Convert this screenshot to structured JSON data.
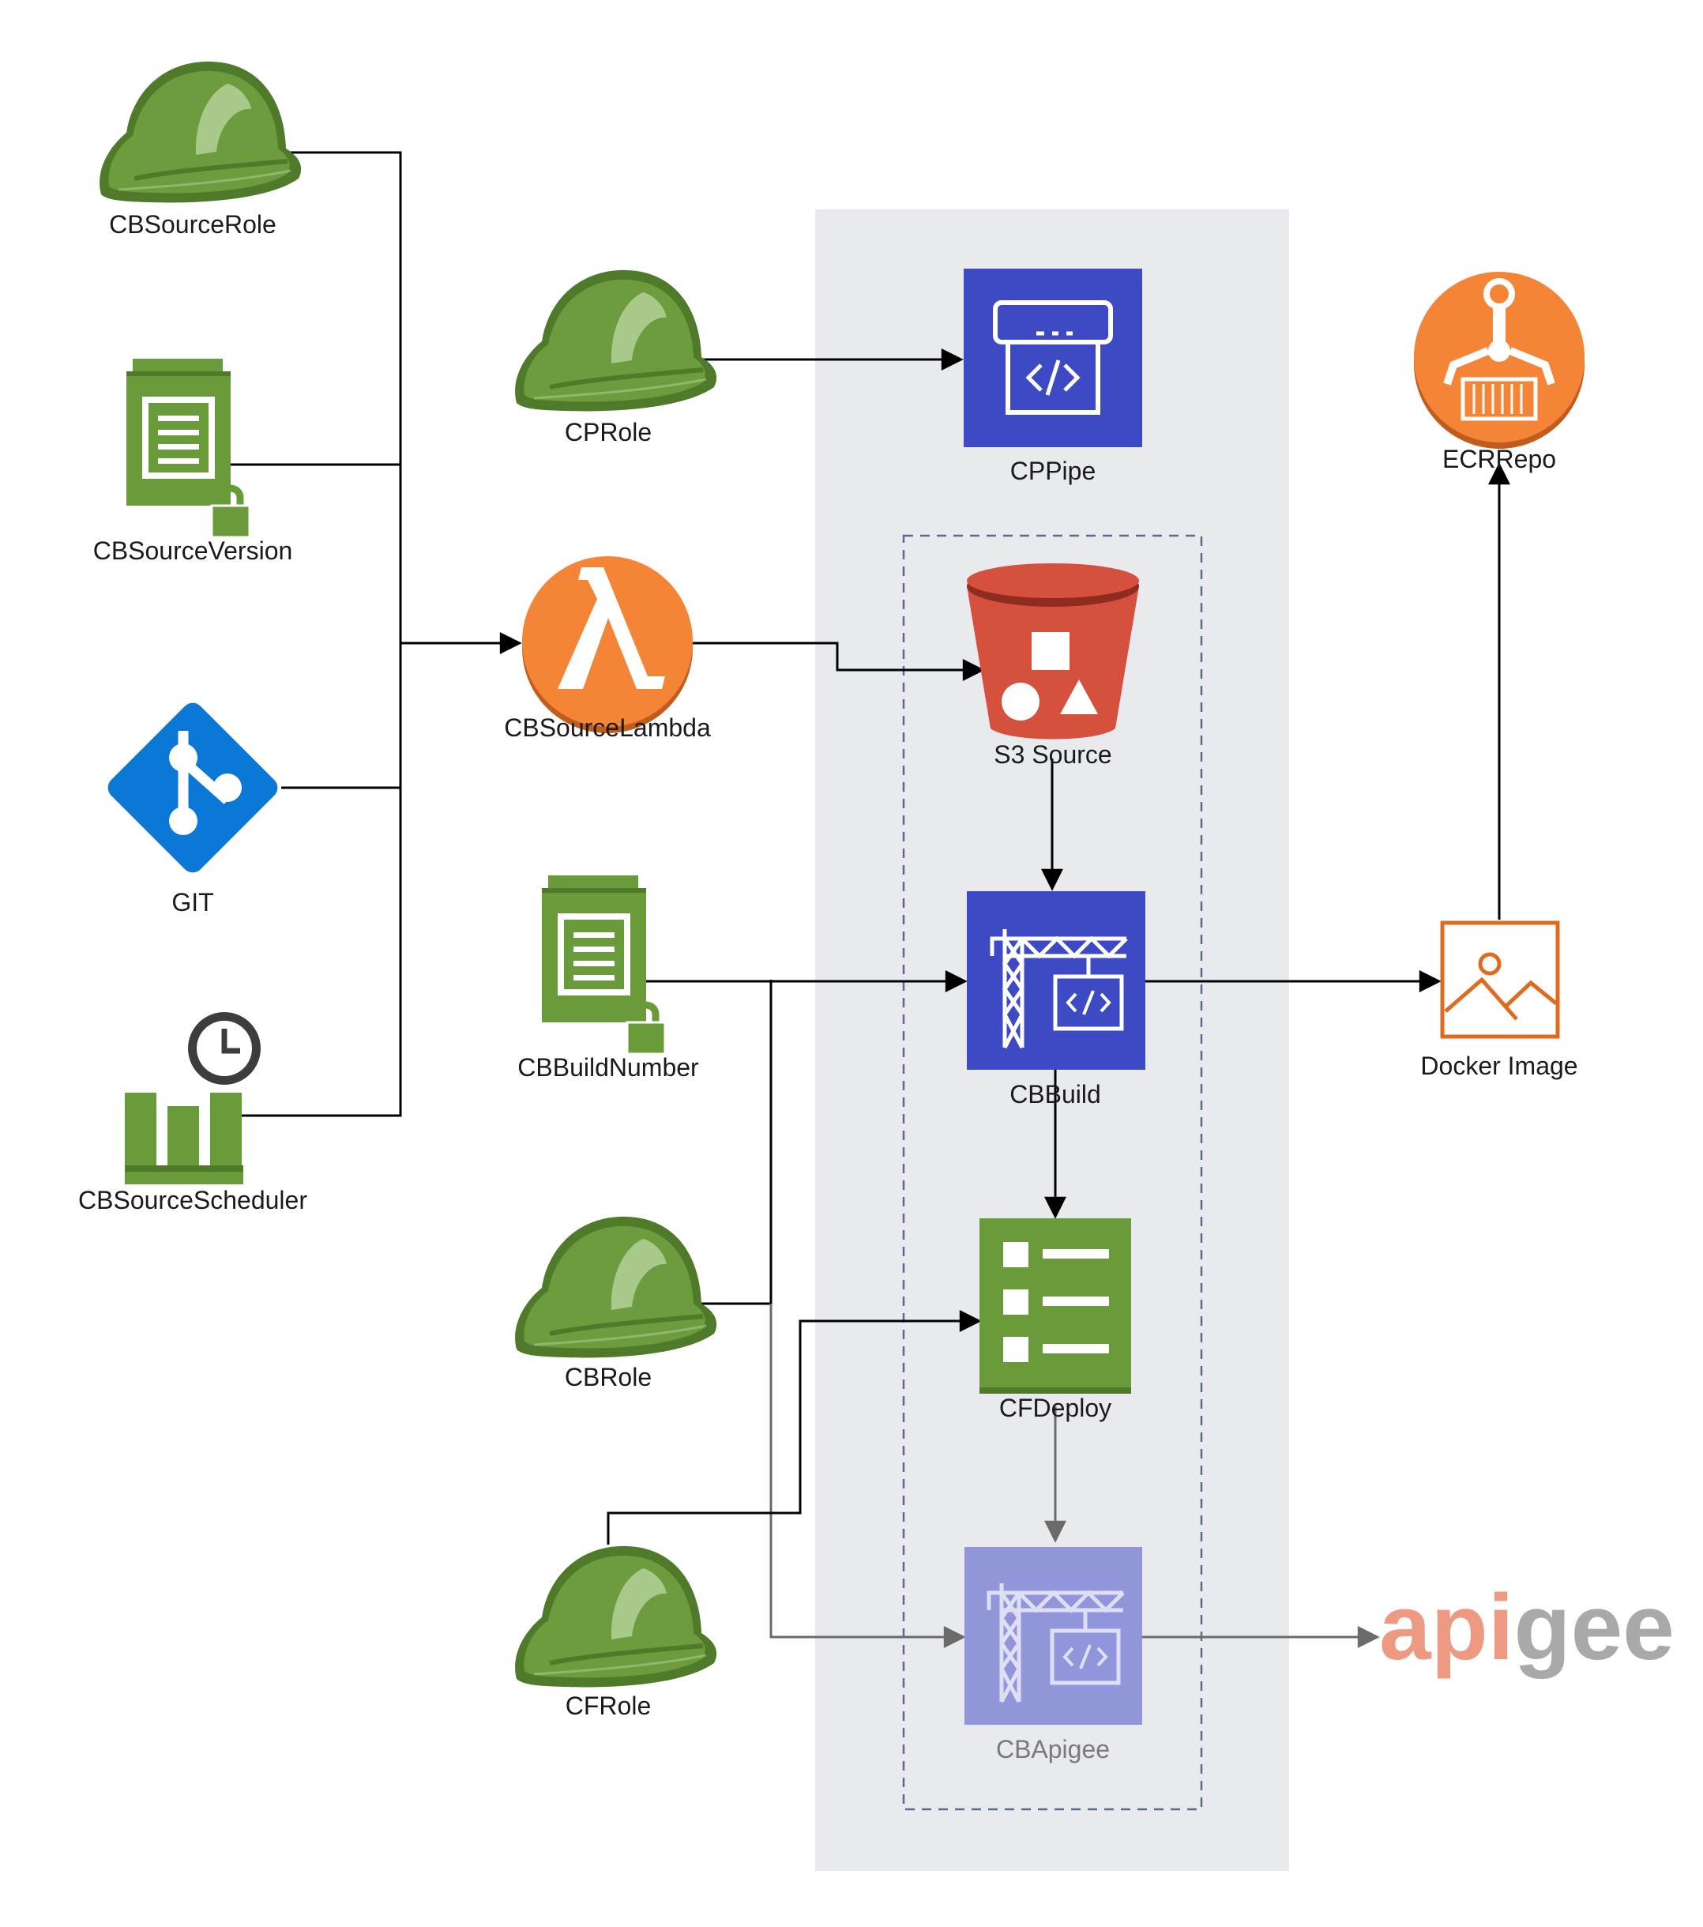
{
  "nodes": {
    "cb_source_role": {
      "label": "CBSourceRole",
      "icon": "hardhat-icon"
    },
    "cb_source_version": {
      "label": "CBSourceVersion",
      "icon": "locked-parameter-icon"
    },
    "git": {
      "label": "GIT",
      "icon": "git-icon"
    },
    "cb_source_scheduler": {
      "label": "CBSourceScheduler",
      "icon": "scheduled-metrics-icon"
    },
    "cp_role": {
      "label": "CPRole",
      "icon": "hardhat-icon"
    },
    "cb_source_lambda": {
      "label": "CBSourceLambda",
      "icon": "lambda-icon"
    },
    "cb_build_number": {
      "label": "CBBuildNumber",
      "icon": "locked-parameter-icon"
    },
    "cb_role": {
      "label": "CBRole",
      "icon": "hardhat-icon"
    },
    "cf_role": {
      "label": "CFRole",
      "icon": "hardhat-icon"
    },
    "cp_pipe": {
      "label": "CPPipe",
      "icon": "codepipeline-icon"
    },
    "s3_source": {
      "label": "S3 Source",
      "icon": "s3-bucket-icon"
    },
    "cb_build": {
      "label": "CBBuild",
      "icon": "codebuild-icon"
    },
    "cf_deploy": {
      "label": "CFDeploy",
      "icon": "cloudformation-icon"
    },
    "cb_apigee": {
      "label": "CBApigee",
      "icon": "codebuild-icon"
    },
    "ecr_repo": {
      "label": "ECRRepo",
      "icon": "ecr-icon"
    },
    "docker_image": {
      "label": "Docker Image",
      "icon": "image-icon"
    },
    "apigee": {
      "label": "apigee",
      "icon": "apigee-logo"
    }
  },
  "colors": {
    "helmet_green": "#6c9c3d",
    "aws_green": "#6a9b3b",
    "aws_blue": "#3d4ac4",
    "aws_blue_faded": "#9196da",
    "lambda_orange": "#f58536",
    "s3_red": "#d6503e",
    "git_blue": "#0b78d7",
    "docker_orange": "#e06b1f",
    "apigee_orange": "#ee9a82",
    "apigee_gray": "#a9a9a9",
    "panel_gray": "#e9eaee",
    "dashed_border": "#5b6b86"
  }
}
